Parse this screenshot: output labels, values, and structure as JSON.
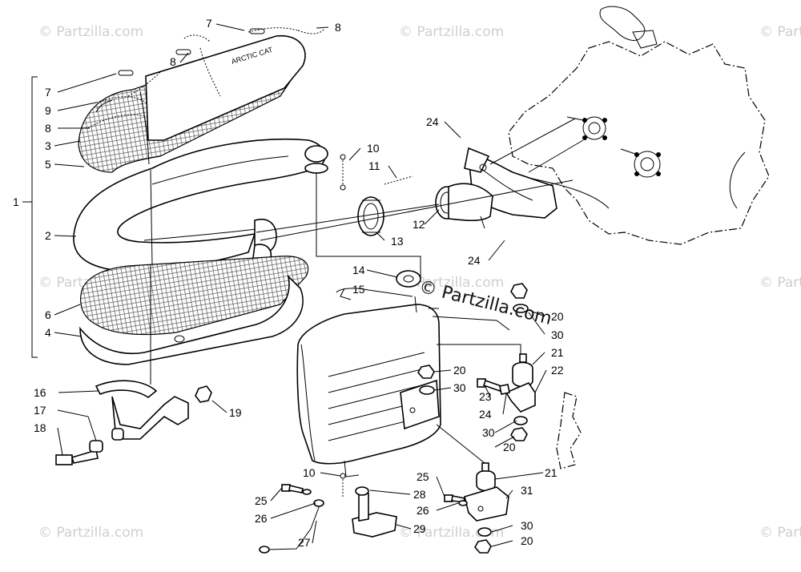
{
  "watermarks": {
    "items": [
      "© Partzilla.com",
      "© Partzilla.com",
      "© Partzilla.com",
      "© Partzilla.com",
      "© Partzilla.com",
      "© Partzilla.com",
      "© Partzilla.com",
      "© Partzilla.com",
      "© Partzilla.com"
    ]
  },
  "brand_watermark": "© Partzilla.com",
  "muffler_stamp": "ARCTIC CAT",
  "callouts": {
    "c1": "1",
    "c2": "2",
    "c3": "3",
    "c4": "4",
    "c5": "5",
    "c6": "6",
    "c7a": "7",
    "c7b": "7",
    "c8a": "8",
    "c8b": "8",
    "c8c": "8",
    "c9": "9",
    "c10a": "10",
    "c10b": "10",
    "c11": "11",
    "c12": "12",
    "c13": "13",
    "c14": "14",
    "c15": "15",
    "c16": "16",
    "c17": "17",
    "c18": "18",
    "c19": "19",
    "c20a": "20",
    "c20b": "20",
    "c20c": "20",
    "c20d": "20",
    "c21a": "21",
    "c21b": "21",
    "c22": "22",
    "c23": "23",
    "c24a": "24",
    "c24b": "24",
    "c24c": "24",
    "c25a": "25",
    "c25b": "25",
    "c26a": "26",
    "c26b": "26",
    "c27": "27",
    "c28": "28",
    "c29": "29",
    "c30a": "30",
    "c30b": "30",
    "c30c": "30",
    "c30d": "30",
    "c31": "31"
  }
}
